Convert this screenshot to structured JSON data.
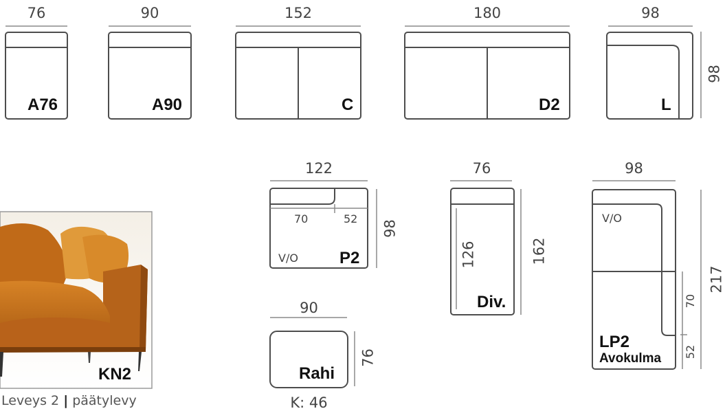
{
  "colors": {
    "outline": "#4d4d4d",
    "dimline": "#8a8a8a",
    "sofa": "#c8741e",
    "sofa_dark": "#8f4a10"
  },
  "modules": [
    {
      "code": "A76",
      "width": "76"
    },
    {
      "code": "A90",
      "width": "90"
    },
    {
      "code": "C",
      "width": "152"
    },
    {
      "code": "D2",
      "width": "180"
    },
    {
      "code": "L",
      "width": "98",
      "depth": "98"
    }
  ],
  "p2": {
    "code": "P2",
    "width": "122",
    "depth": "98",
    "seg_left": "70",
    "seg_right": "52",
    "side": "V/O"
  },
  "rahi": {
    "code": "Rahi",
    "width": "90",
    "depth": "76",
    "height_note": "K: 46"
  },
  "div": {
    "code": "Div.",
    "width": "76",
    "inner": "126",
    "depth": "162"
  },
  "lp2": {
    "code": "LP2",
    "subtitle": "Avokulma",
    "width": "98",
    "depth": "217",
    "seg_upper": "70",
    "seg_lower": "52",
    "side": "V/O"
  },
  "photo": {
    "label": "KN2",
    "caption_left": "Leveys 2",
    "caption_sep": "|",
    "caption_right": "päätylevy"
  }
}
